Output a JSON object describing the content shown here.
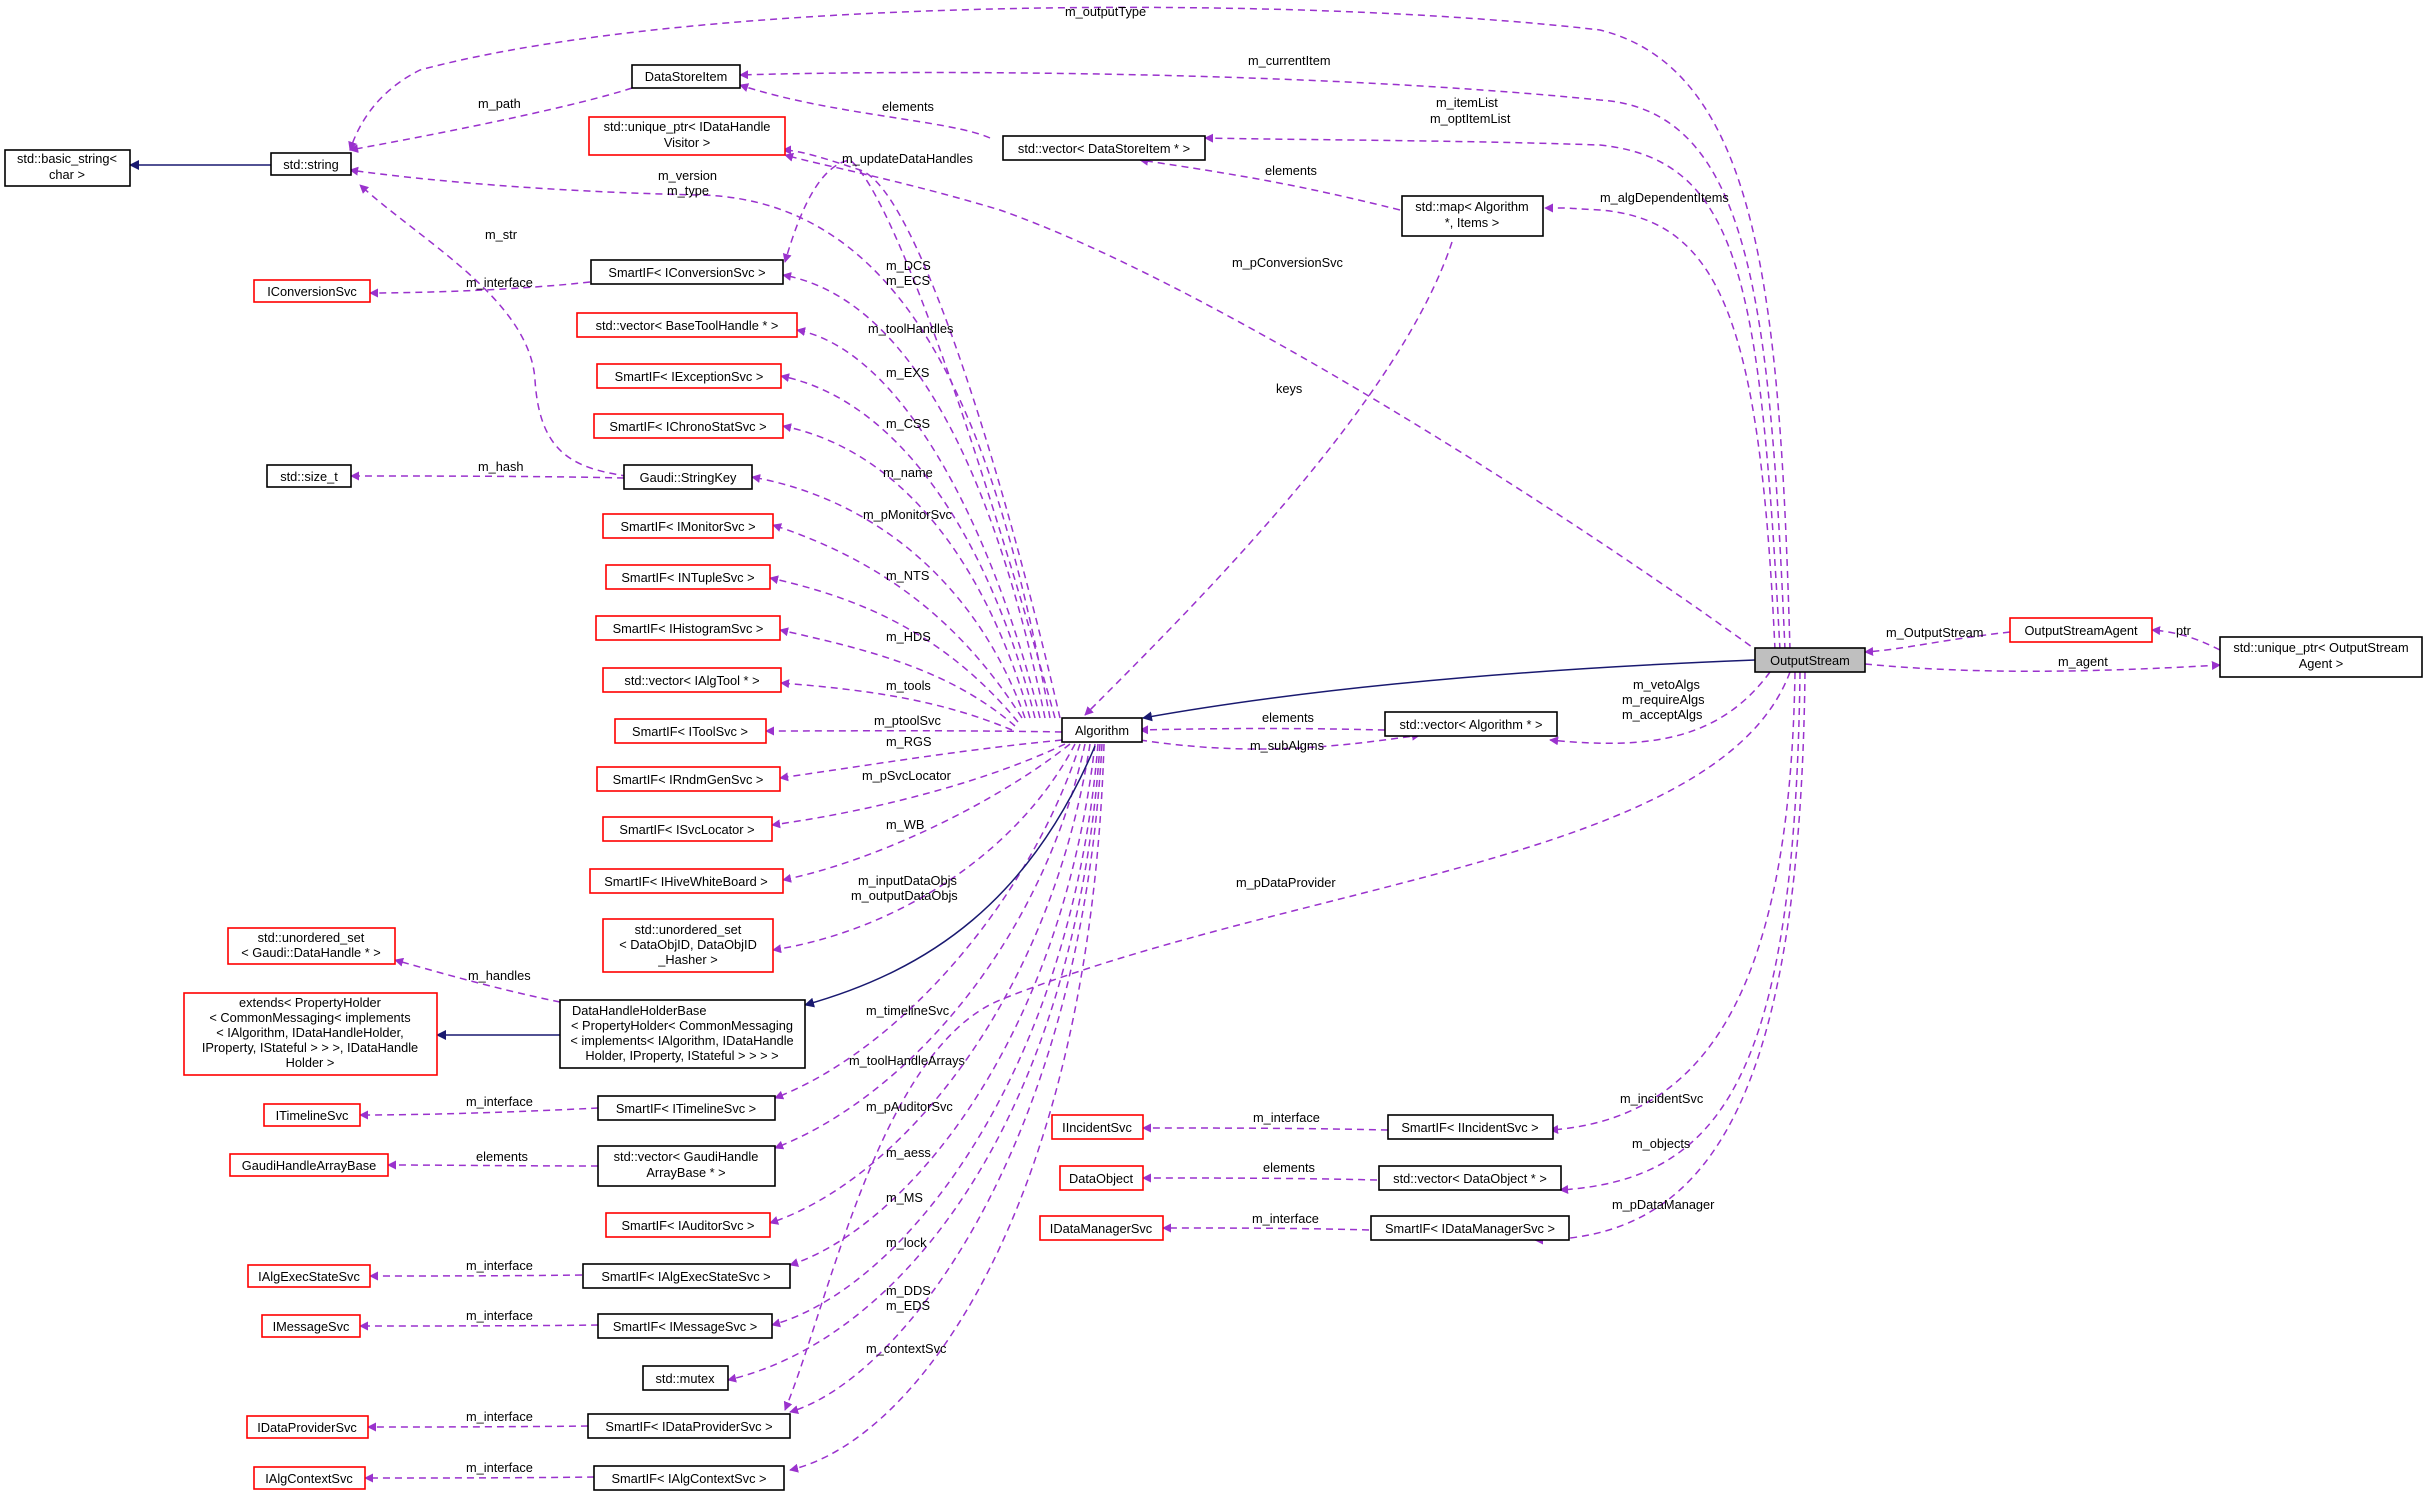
{
  "nodes": {
    "output_stream": "OutputStream",
    "algorithm": "Algorithm",
    "std_string": "std::string",
    "basic_string": [
      "std::basic_string<",
      "char >"
    ],
    "data_store_item": "DataStoreItem",
    "unique_ptr_idatahandle": [
      "std::unique_ptr< IDataHandle",
      "Visitor >"
    ],
    "vector_datastoreitem": "std::vector< DataStoreItem * >",
    "map_algorithm_items": [
      "std::map< Algorithm",
      "*, Items >"
    ],
    "iconversionsvc": "IConversionSvc",
    "smartif_iconversionsvc": "SmartIF< IConversionSvc >",
    "vector_basetoolhandle": "std::vector< BaseToolHandle * >",
    "smartif_iexceptionsvc": "SmartIF< IExceptionSvc >",
    "smartif_ichronostatsvc": "SmartIF< IChronoStatSvc >",
    "std_size_t": "std::size_t",
    "gaudi_stringkey": "Gaudi::StringKey",
    "smartif_imonitorsvc": "SmartIF< IMonitorSvc >",
    "smartif_intuplesvc": "SmartIF< INTupleSvc >",
    "smartif_ihistogramsvc": "SmartIF< IHistogramSvc >",
    "vector_ialgtool": "std::vector< IAlgTool * >",
    "smartif_itoolsvc": "SmartIF< IToolSvc >",
    "smartif_irndmgensvc": "SmartIF< IRndmGenSvc >",
    "smartif_isvclocator": "SmartIF< ISvcLocator >",
    "smartif_ihivewhiteboard": "SmartIF< IHiveWhiteBoard >",
    "unordered_set_dataobjid": [
      "std::unordered_set",
      "< DataObjID, DataObjID",
      "_Hasher >"
    ],
    "unordered_set_datahandle": [
      "std::unordered_set",
      "< Gaudi::DataHandle * >"
    ],
    "extends_propertyholder": [
      "extends< PropertyHolder",
      "< CommonMessaging< implements",
      "< IAlgorithm, IDataHandleHolder,",
      "IProperty, IStateful > > >, IDataHandle",
      "Holder >"
    ],
    "datahandleholderbase": [
      "DataHandleHolderBase",
      "< PropertyHolder< CommonMessaging",
      "< implements< IAlgorithm, IDataHandle",
      "Holder, IProperty, IStateful > > > >"
    ],
    "itimelinesvc": "ITimelineSvc",
    "smartif_itimelinesvc": "SmartIF< ITimelineSvc >",
    "gaudihandlearraybase": "GaudiHandleArrayBase",
    "vector_gaudihandlearraybase": [
      "std::vector< GaudiHandle",
      "ArrayBase * >"
    ],
    "smartif_iauditorsvc": "SmartIF< IAuditorSvc >",
    "ialgexecstatesvc": "IAlgExecStateSvc",
    "smartif_ialgexecstatesvc": "SmartIF< IAlgExecStateSvc >",
    "imessagesvc": "IMessageSvc",
    "smartif_imessagesvc": "SmartIF< IMessageSvc >",
    "std_mutex": "std::mutex",
    "idataprovidersvc": "IDataProviderSvc",
    "smartif_idataprovidersvc": "SmartIF< IDataProviderSvc >",
    "ialgcontextsvc": "IAlgContextSvc",
    "smartif_ialgcontextsvc": "SmartIF< IAlgContextSvc >",
    "vector_algorithm": "std::vector< Algorithm * >",
    "iincidentsvc": "IIncidentSvc",
    "smartif_iincidentsvc": "SmartIF< IIncidentSvc >",
    "dataobject": "DataObject",
    "vector_dataobject": "std::vector< DataObject * >",
    "idatamanagersvc": "IDataManagerSvc",
    "smartif_idatamanagersvc": "SmartIF< IDataManagerSvc >",
    "outputstreamagent": "OutputStreamAgent",
    "unique_ptr_outputstreamagent": [
      "std::unique_ptr< OutputStream",
      "Agent >"
    ]
  },
  "edge_labels": {
    "m_outputType": "m_outputType",
    "m_currentItem": "m_currentItem",
    "m_path": "m_path",
    "elements_dsi": "elements",
    "m_itemList": [
      "m_itemList",
      "m_optItemList"
    ],
    "elements_vec": "elements",
    "m_algDependentItems": "m_algDependentItems",
    "m_updateDataHandles": "m_updateDataHandles",
    "m_version": [
      "m_version",
      "m_type"
    ],
    "m_str": "m_str",
    "m_interface_conv": "m_interface",
    "m_DCS": [
      "m_DCS",
      "m_ECS"
    ],
    "m_pConversionSvc": "m_pConversionSvc",
    "m_toolHandles": "m_toolHandles",
    "m_EXS": "m_EXS",
    "m_CSS": "m_CSS",
    "keys": "keys",
    "m_hash": "m_hash",
    "m_name": "m_name",
    "m_pMonitorSvc": "m_pMonitorSvc",
    "m_NTS": "m_NTS",
    "m_HDS": "m_HDS",
    "m_tools": "m_tools",
    "m_ptoolSvc": "m_ptoolSvc",
    "m_RGS": "m_RGS",
    "m_pSvcLocator": "m_pSvcLocator",
    "m_WB": "m_WB",
    "m_inputDataObjs": [
      "m_inputDataObjs",
      "m_outputDataObjs"
    ],
    "elements_alg": "elements",
    "m_subAlgms": "m_subAlgms",
    "m_vetoAlgs": [
      "m_vetoAlgs",
      "m_requireAlgs",
      "m_acceptAlgs"
    ],
    "m_OutputStream": "m_OutputStream",
    "ptr": "ptr",
    "m_agent": "m_agent",
    "m_pDataProvider": "m_pDataProvider",
    "m_handles": "m_handles",
    "m_timelineSvc": "m_timelineSvc",
    "m_interface_timeline": "m_interface",
    "m_toolHandleArrays": "m_toolHandleArrays",
    "elements_gha": "elements",
    "m_pAuditorSvc": "m_pAuditorSvc",
    "m_aess": "m_aess",
    "m_MS": "m_MS",
    "m_interface_aes": "m_interface",
    "m_lock": "m_lock",
    "m_interface_msg": "m_interface",
    "m_DDS": [
      "m_DDS",
      "m_EDS"
    ],
    "m_contextSvc": "m_contextSvc",
    "m_interface_dp": "m_interface",
    "m_interface_ctx": "m_interface",
    "m_incidentSvc": "m_incidentSvc",
    "m_interface_inc": "m_interface",
    "m_objects": "m_objects",
    "elements_do": "elements",
    "m_pDataManager": "m_pDataManager",
    "m_interface_dm": "m_interface"
  },
  "colors": {
    "dependency_edge": "#9a32cd",
    "inheritance_edge": "#191970",
    "external_border": "#ff0000",
    "documented_border": "#000000",
    "highlight_fill": "#bfbfbf"
  }
}
